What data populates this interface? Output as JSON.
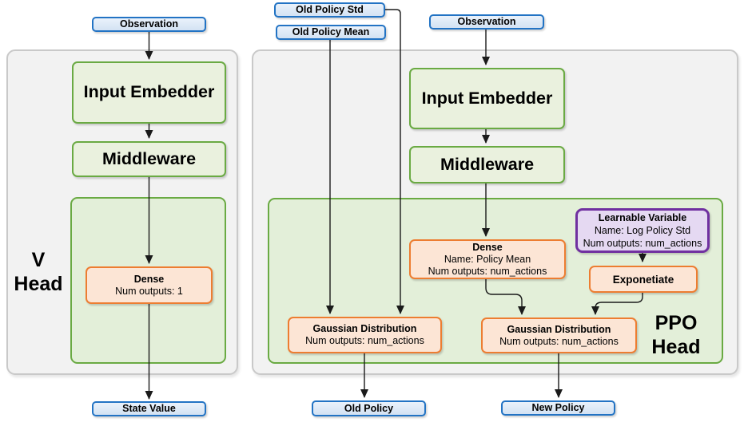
{
  "colors": {
    "blue-border": "#2273c4",
    "blue-fill": "#dbe7f5",
    "green-border": "#6aaa43",
    "green-fill": "#eaf1de",
    "green-container-fill": "#e3efd9",
    "orange-border": "#ed7d31",
    "orange-fill": "#fce5d5",
    "purple-border": "#7030a0",
    "purple-fill": "#e5d9f2",
    "panel-fill": "#f2f2f2",
    "panel-border": "#c9c9c9",
    "line": "#1a1a1a"
  },
  "nodes": {
    "observation_left": {
      "label": "Observation"
    },
    "old_policy_std": {
      "label": "Old Policy Std"
    },
    "old_policy_mean": {
      "label": "Old Policy Mean"
    },
    "observation_right": {
      "label": "Observation"
    },
    "v_input_embedder": {
      "label": "Input Embedder"
    },
    "v_middleware": {
      "label": "Middleware"
    },
    "v_dense": {
      "title": "Dense",
      "line2": "Num outputs: 1"
    },
    "ppo_input_embedder": {
      "label": "Input Embedder"
    },
    "ppo_middleware": {
      "label": "Middleware"
    },
    "ppo_dense": {
      "title": "Dense",
      "line2": "Name: Policy Mean",
      "line3": "Num outputs: num_actions"
    },
    "learnable_variable": {
      "title": "Learnable Variable",
      "line2": "Name: Log Policy Std",
      "line3": "Num outputs: num_actions"
    },
    "exponetiate": {
      "label": "Exponetiate"
    },
    "gaussian_old": {
      "title": "Gaussian Distribution",
      "line2": "Num outputs: num_actions"
    },
    "gaussian_new": {
      "title": "Gaussian Distribution",
      "line2": "Num outputs: num_actions"
    },
    "state_value": {
      "label": "State Value"
    },
    "old_policy": {
      "label": "Old Policy"
    },
    "new_policy": {
      "label": "New Policy"
    }
  },
  "labels": {
    "v_head": {
      "line1": "V",
      "line2": "Head"
    },
    "ppo_head": {
      "line1": "PPO",
      "line2": "Head"
    }
  }
}
